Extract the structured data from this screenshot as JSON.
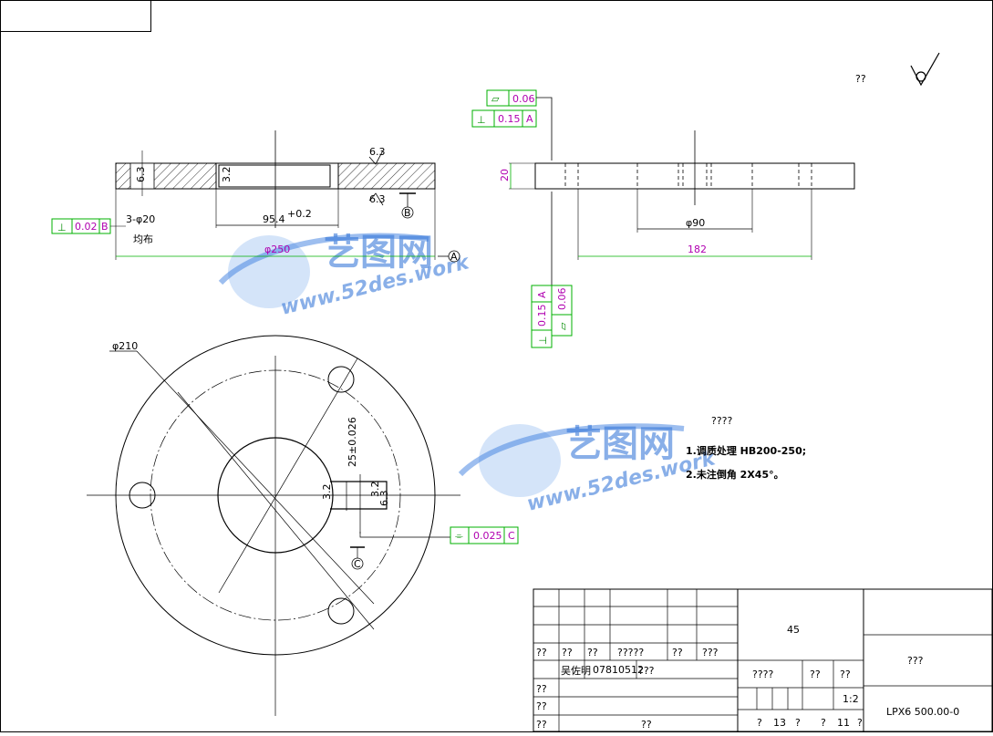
{
  "roughness": {
    "label": "??"
  },
  "gdt": {
    "flatness_top": "0.06",
    "perp_top": "0.15",
    "perp_top_datum": "A",
    "perp_left": "0.02",
    "perp_left_datum": "B",
    "perp_vert": "0.15",
    "perp_vert_datum": "A",
    "flat_vert": "0.06",
    "sym": "0.025",
    "sym_datum": "C"
  },
  "datums": {
    "a": "A",
    "b": "B",
    "c": "C"
  },
  "dims": {
    "dia250": "φ250",
    "dia210": "φ210",
    "dia90": "φ90",
    "len182": "182",
    "thk20": "20",
    "holes": "3-φ20",
    "holes_note": "均布",
    "bore": "95.4",
    "bore_tol": "+0.2",
    "key": "25±0.026",
    "r_a": "6.3",
    "r_b": "3.2",
    "r_c": "6.3",
    "r_d": "6.3",
    "r_e": "3.2",
    "r_f": "3.2",
    "r_g": "6.3"
  },
  "notes": {
    "title": "????",
    "line1": "1.调质处理 HB200-250;",
    "line2": "2.未注倒角 2X45°。"
  },
  "watermark": {
    "brand": "艺图网",
    "url": "www.52des.work"
  },
  "titleblock": {
    "material": "45",
    "name": "???",
    "drawing_no": "LPX6 500.00-0",
    "scale": "1:2",
    "r1": [
      "??",
      "??",
      "??",
      "?????",
      "??",
      "???"
    ],
    "r2_name": "吴佐明",
    "r2_date": "07810512",
    "r2_q": "???",
    "r3": "??",
    "r4": "??",
    "r5a": "??",
    "r5b": "??",
    "stage": "????",
    "weight": "??",
    "ratio": "??",
    "sheets": [
      "?",
      "13",
      "?",
      "?",
      "11",
      "?"
    ]
  }
}
